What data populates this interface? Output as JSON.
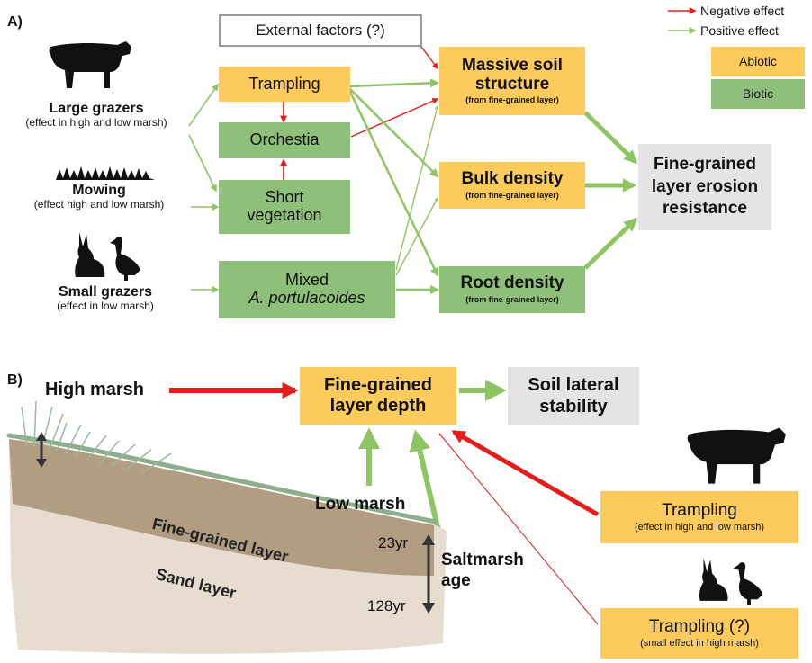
{
  "panel_a": {
    "label": "A)",
    "legend": {
      "negative": "Negative effect",
      "positive": "Positive effect",
      "abiotic": "Abiotic",
      "biotic": "Biotic",
      "negative_color": "#e81a1a",
      "positive_color": "#8fc463"
    },
    "drivers": {
      "large_grazers": {
        "title": "Large grazers",
        "note": "(effect in high and low marsh)"
      },
      "mowing": {
        "title": "Mowing",
        "note": "(effect high and low marsh)"
      },
      "small_grazers": {
        "title": "Small grazers",
        "note": "(effect in low marsh)"
      }
    },
    "external_factors": "External factors (?)",
    "trampling": "Trampling",
    "orchestia": "Orchestia",
    "short_vegetation": [
      "Short",
      "vegetation"
    ],
    "mixed": [
      "Mixed",
      "A. portulacoides"
    ],
    "massive_soil": {
      "title": [
        "Massive soil",
        "structure"
      ],
      "note": "(from fine-grained layer)"
    },
    "bulk_density": {
      "title": "Bulk density",
      "note": "(from fine-grained layer)"
    },
    "root_density": {
      "title": "Root density",
      "note": "(from fine-grained layer)"
    },
    "outcome": [
      "Fine-grained",
      "layer erosion",
      "resistance"
    ]
  },
  "panel_b": {
    "label": "B)",
    "high_marsh": "High marsh",
    "fine_depth": [
      "Fine-grained",
      "layer depth"
    ],
    "soil_stability": [
      "Soil lateral",
      "stability"
    ],
    "low_marsh": "Low marsh",
    "saltmarsh_age": [
      "Saltmarsh",
      "age"
    ],
    "fine_layer": "Fine-grained layer",
    "sand_layer": "Sand layer",
    "age_top": "23yr",
    "age_bottom": "128yr",
    "trampling_large": {
      "title": "Trampling",
      "note": "(effect in high and low marsh)"
    },
    "trampling_small": {
      "title": "Trampling (?)",
      "note": "(small effect in high marsh)"
    }
  },
  "icons": [
    "cow-icon",
    "grass-icon",
    "hare-icon",
    "goose-icon",
    "up-down-arrow-icon"
  ]
}
